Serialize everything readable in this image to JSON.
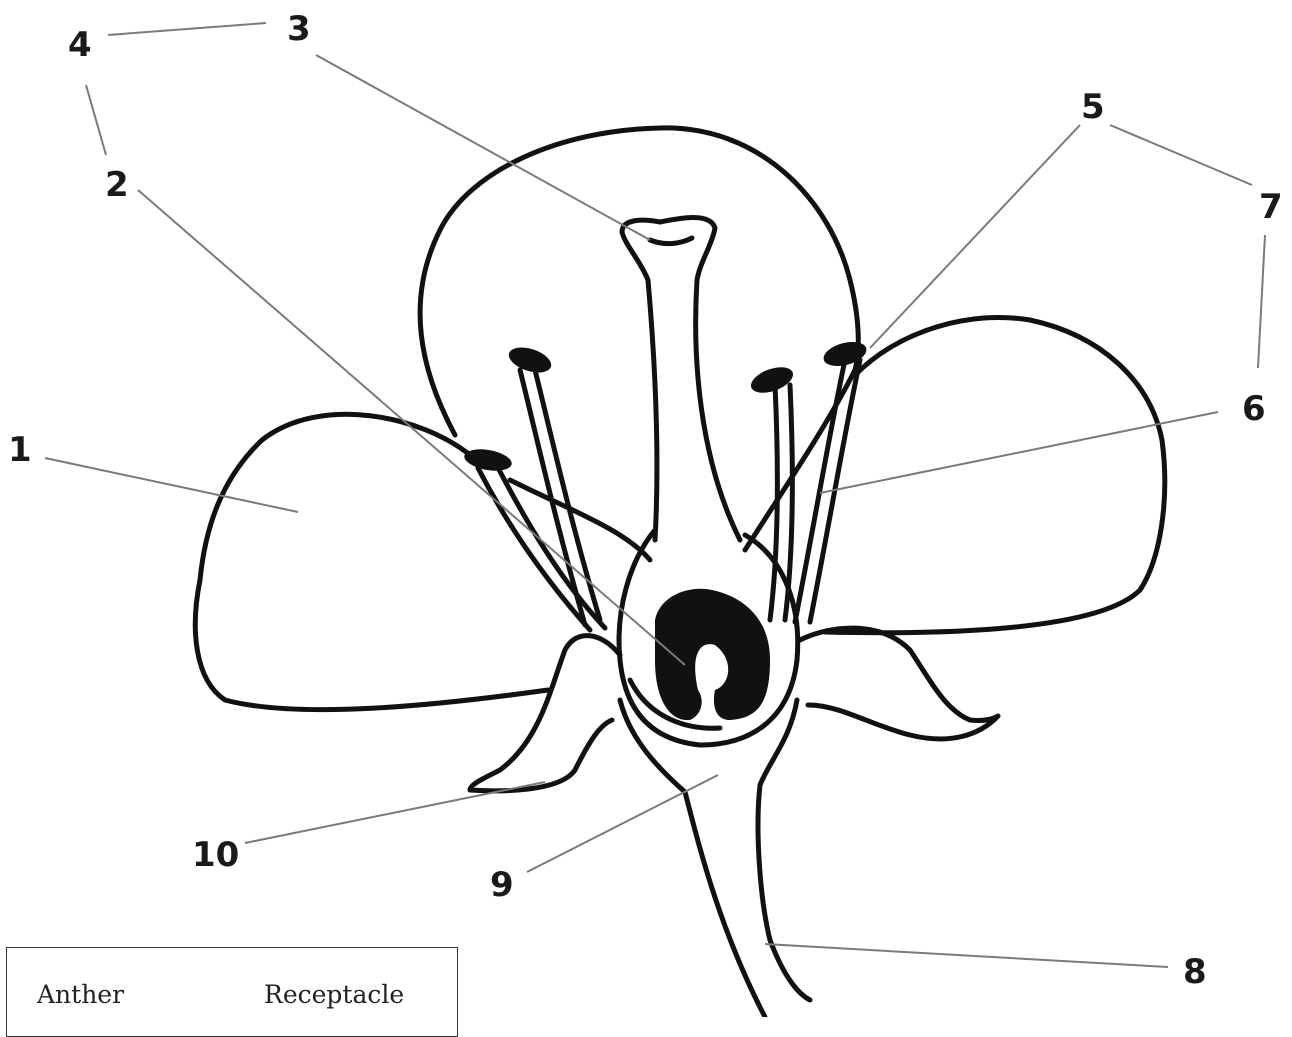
{
  "labels": [
    {
      "id": "1",
      "text": "1"
    },
    {
      "id": "2",
      "text": "2"
    },
    {
      "id": "3",
      "text": "3"
    },
    {
      "id": "4",
      "text": "4"
    },
    {
      "id": "5",
      "text": "5"
    },
    {
      "id": "6",
      "text": "6"
    },
    {
      "id": "7",
      "text": "7"
    },
    {
      "id": "8",
      "text": "8"
    },
    {
      "id": "9",
      "text": "9"
    },
    {
      "id": "10",
      "text": "10"
    }
  ],
  "word_bank": [
    "Anther",
    "Receptacle"
  ]
}
